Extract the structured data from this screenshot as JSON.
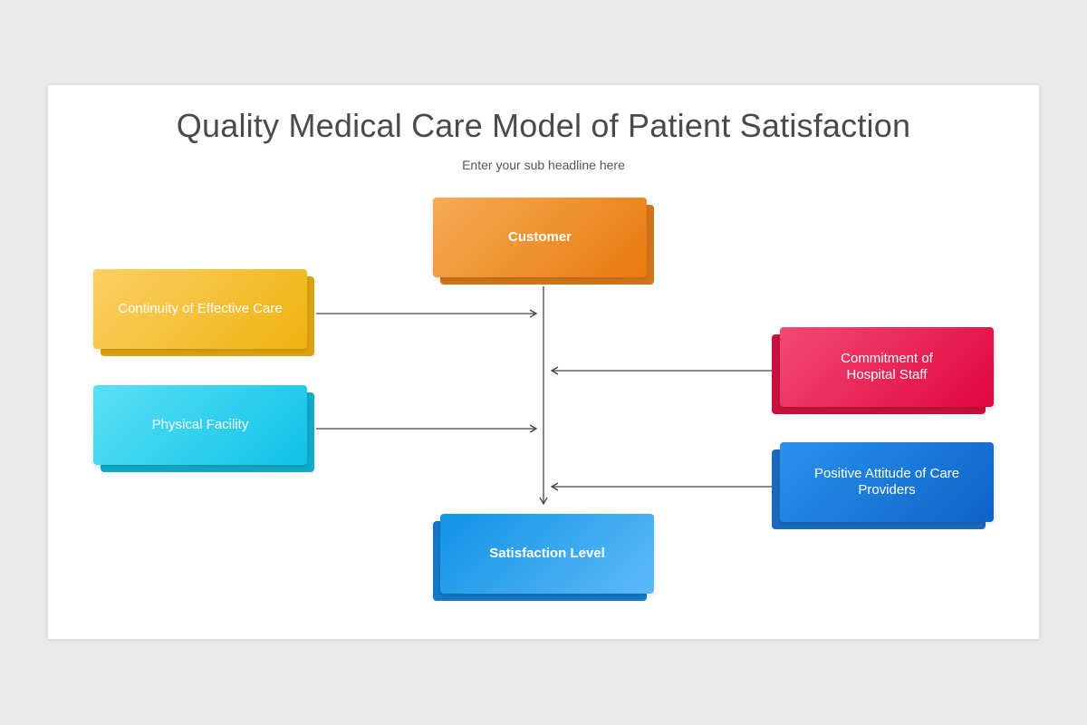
{
  "header": {
    "title": "Quality Medical Care Model of Patient Satisfaction",
    "subtitle": "Enter your sub headline here"
  },
  "nodes": {
    "customer": {
      "label": "Customer",
      "color_from": "#f5ab55",
      "color_to": "#e87a0e",
      "shadow": "#d2741c"
    },
    "continuity": {
      "label": "Continuity of Effective Care",
      "color_from": "#fbd165",
      "color_to": "#f0b20f",
      "shadow": "#dba212"
    },
    "physical": {
      "label": "Physical Facility",
      "color_from": "#5ae0f7",
      "color_to": "#0fc2e6",
      "shadow": "#12a9c6"
    },
    "commitment": {
      "label_line1": "Commitment of",
      "label_line2": "Hospital Staff",
      "color_from": "#f34a74",
      "color_to": "#e0063d",
      "shadow": "#c7123f"
    },
    "attitude": {
      "label_line1": "Positive Attitude of Care",
      "label_line2": "Providers",
      "color_from": "#2a92ec",
      "color_to": "#0d63c8",
      "shadow": "#1c69bd"
    },
    "satisfaction": {
      "label": "Satisfaction Level",
      "color_from": "#1193e6",
      "color_to": "#5dbaf8",
      "shadow": "#1279c9"
    }
  },
  "connector_color": "#444444"
}
